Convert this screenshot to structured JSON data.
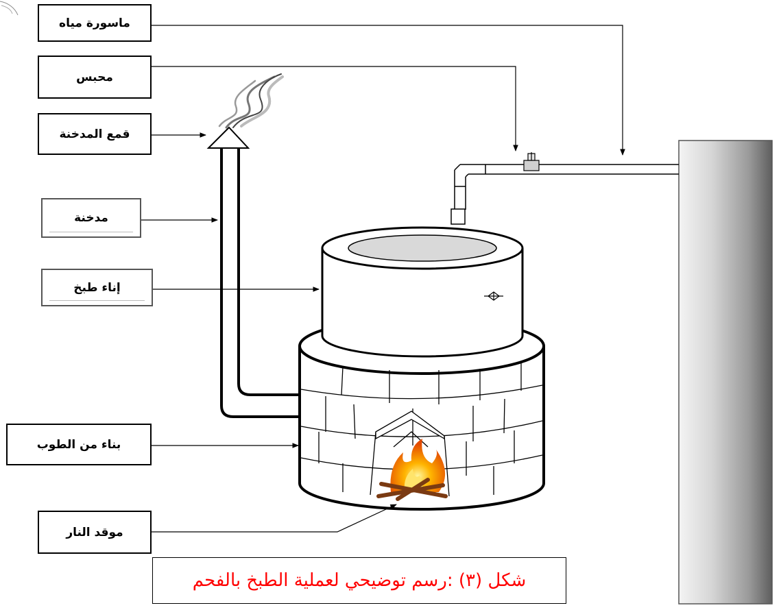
{
  "labels": {
    "water_pipe": "ماسورة مياه",
    "valve": "محبس",
    "chimney_cap": "قمع المدخنة",
    "chimney": "مدخنة",
    "cooking_pot": "إناء طبخ",
    "brick_structure": "بناء من الطوب",
    "fire_pit": "موقد النار"
  },
  "caption": "شكل (٣) :رسم توضيحي لعملية الطبخ بالفحم",
  "colors": {
    "caption_text": "#ff0000",
    "line": "#000000",
    "pot_inner": "#d9d9d9",
    "tank_light": "#f2f2f2",
    "tank_dark": "#6e6e6e"
  },
  "icons": [
    "smoke-icon",
    "fire-icon",
    "valve-icon",
    "water-tank-icon",
    "corner-mark-icon"
  ]
}
